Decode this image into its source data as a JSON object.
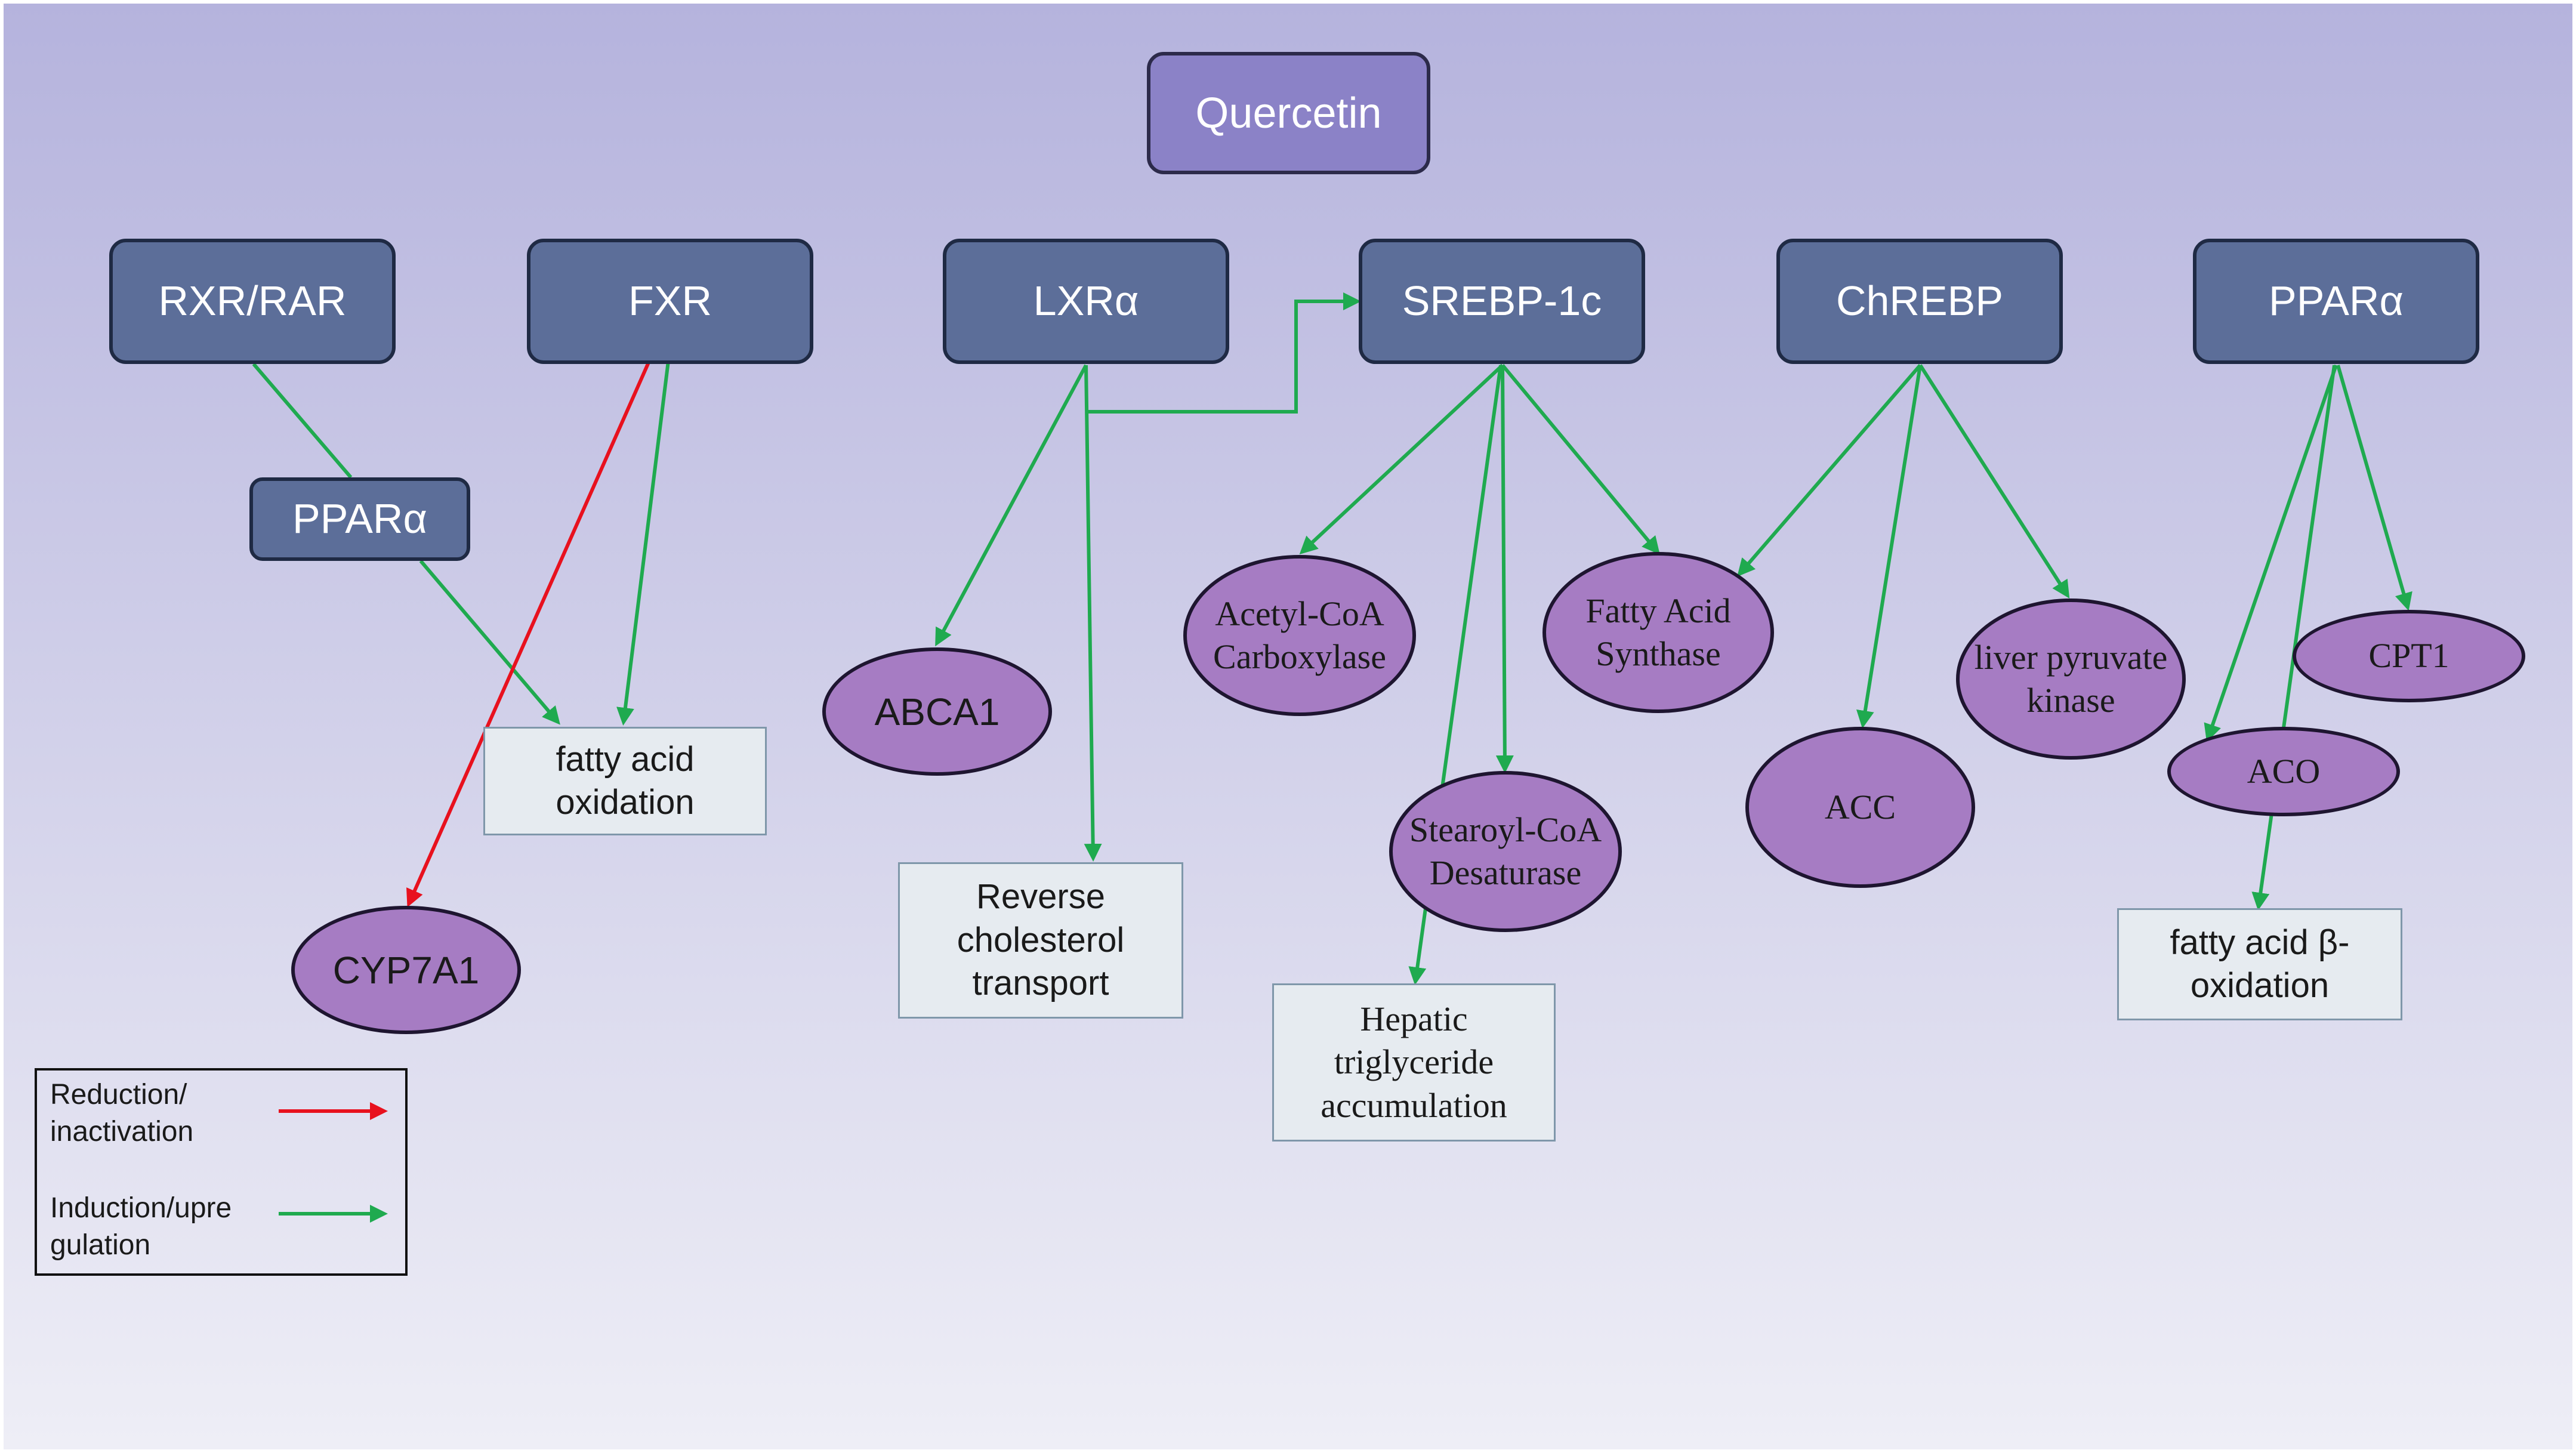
{
  "colors": {
    "background_top": "#b5b3dd",
    "background_bottom": "#eeeef6",
    "reduction_arrow": "#e8111e",
    "induction_arrow": "#1faa4f",
    "regulator_fill": "#5c6e99",
    "source_fill": "#8b82c7",
    "target_fill": "#a67cc3",
    "outcome_fill": "#e6ebf0"
  },
  "nodes": {
    "quercetin": "Quercetin",
    "rxr_rar": "RXR/RAR",
    "fxr": "FXR",
    "lxra": "LXRα",
    "srebp1c": "SREBP-1c",
    "chrebp": "ChREBP",
    "ppara_top": "PPARα",
    "ppara_mid": "PPARα",
    "fao_box": "fatty acid oxidation",
    "cyp7a1": "CYP7A1",
    "abca1": "ABCA1",
    "rct_box": "Reverse cholesterol transport",
    "acc_carb": "Acetyl-CoA Carboxylase",
    "scd": "Stearoyl-CoA Desaturase",
    "hta_box": "Hepatic triglyceride accumulation",
    "fas": "Fatty Acid Synthase",
    "acc": "ACC",
    "lpk": "liver pyruvate kinase",
    "cpt1": "CPT1",
    "aco": "ACO",
    "fabo_box": "fatty acid β-oxidation"
  },
  "legend": {
    "reduction_label": "Reduction/ inactivation",
    "induction_label": "Induction/upre gulation"
  },
  "edges": [
    {
      "from": "rxr_rar",
      "to": "ppara_mid",
      "effect": "induction"
    },
    {
      "from": "ppara_mid",
      "to": "fao_box",
      "effect": "induction"
    },
    {
      "from": "fxr",
      "to": "fao_box",
      "effect": "induction"
    },
    {
      "from": "fxr",
      "to": "cyp7a1",
      "effect": "reduction"
    },
    {
      "from": "lxra",
      "to": "abca1",
      "effect": "induction"
    },
    {
      "from": "lxra",
      "to": "rct_box",
      "effect": "induction"
    },
    {
      "from": "lxra",
      "to": "srebp1c",
      "effect": "induction"
    },
    {
      "from": "srebp1c",
      "to": "acc_carb",
      "effect": "induction"
    },
    {
      "from": "srebp1c",
      "to": "scd",
      "effect": "induction"
    },
    {
      "from": "srebp1c",
      "to": "fas",
      "effect": "induction"
    },
    {
      "from": "srebp1c",
      "to": "hta_box",
      "effect": "induction"
    },
    {
      "from": "chrebp",
      "to": "fas",
      "effect": "induction"
    },
    {
      "from": "chrebp",
      "to": "acc",
      "effect": "induction"
    },
    {
      "from": "chrebp",
      "to": "lpk",
      "effect": "induction"
    },
    {
      "from": "ppara_top",
      "to": "aco",
      "effect": "induction"
    },
    {
      "from": "ppara_top",
      "to": "cpt1",
      "effect": "induction"
    },
    {
      "from": "ppara_top",
      "to": "fabo_box",
      "effect": "induction"
    }
  ]
}
